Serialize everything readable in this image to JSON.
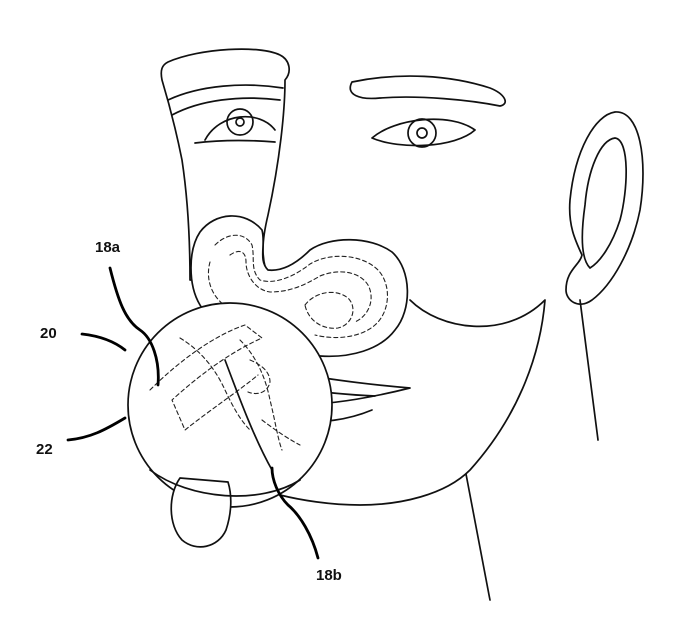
{
  "labels": {
    "label_18a": "18a",
    "label_20": "20",
    "label_22": "22",
    "label_18b": "18b"
  },
  "colors": {
    "line": "#111111",
    "background": "#ffffff"
  }
}
